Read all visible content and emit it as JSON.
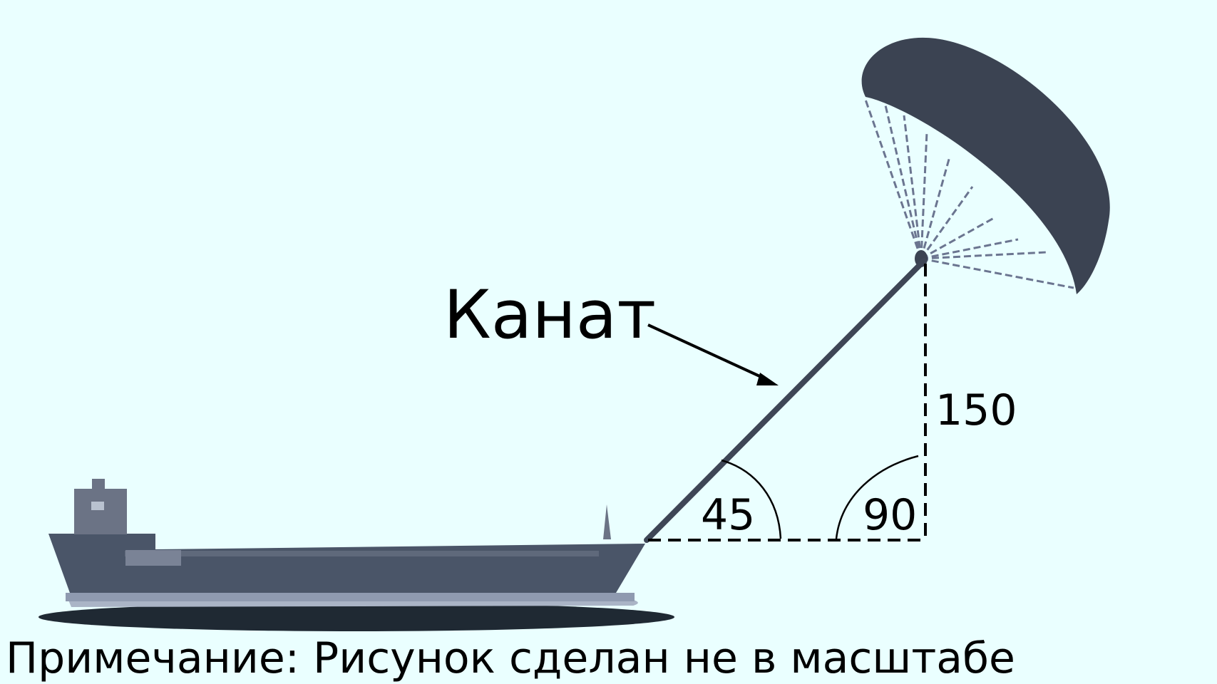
{
  "labels": {
    "rope": "Канат",
    "height": "150",
    "angle_rope": "45",
    "angle_right": "90",
    "note": "Примечание: Рисунок сделан не в масштабе"
  },
  "values": {
    "height": 150,
    "rope_angle_deg": 45,
    "right_angle_deg": 90
  },
  "colors": {
    "background": "#eaffff",
    "ship_hull": "#4a5568",
    "ship_deck": "#5b6576",
    "ship_shadow": "#1f2933",
    "kite_canopy": "#3b4352",
    "kite_lines": "#6b7590",
    "rope": "#3e4656",
    "text": "#000000"
  },
  "icons": [
    "ship-icon",
    "kite-icon"
  ]
}
